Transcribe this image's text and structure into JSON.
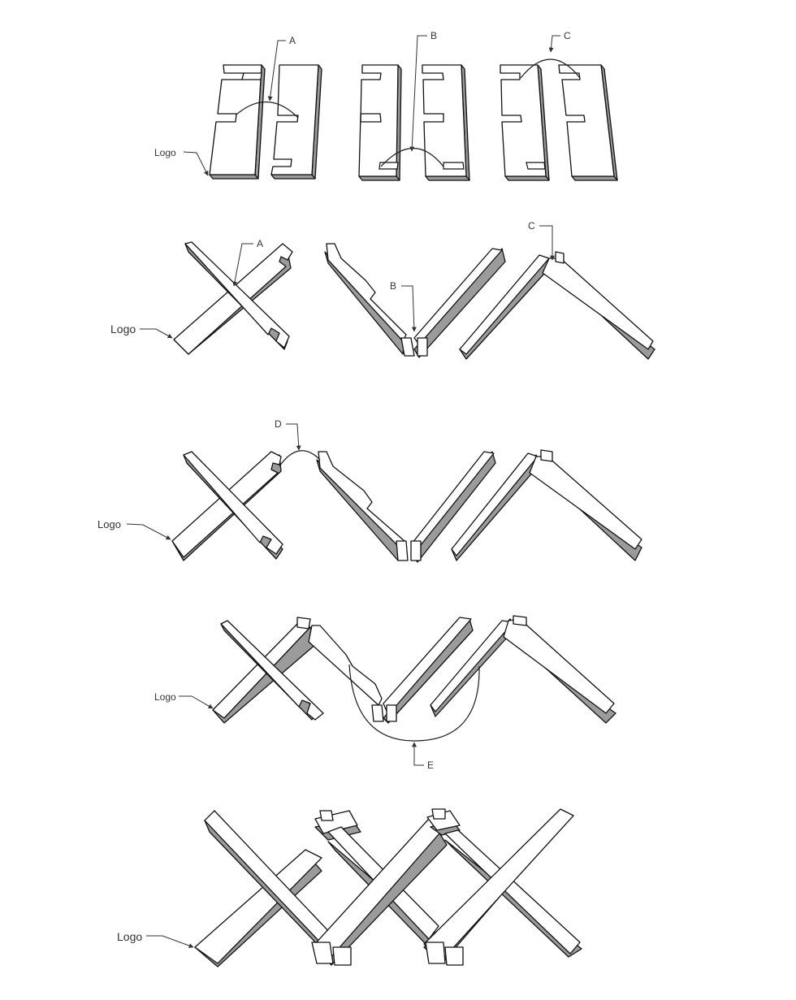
{
  "labels": {
    "logo": "Logo",
    "a": "A",
    "b": "B",
    "c": "C",
    "d": "D",
    "e": "E"
  },
  "colors": {
    "face": "#ffffff",
    "shadow": "#9b9b9b",
    "outline": "#111111",
    "text": "#333333"
  }
}
